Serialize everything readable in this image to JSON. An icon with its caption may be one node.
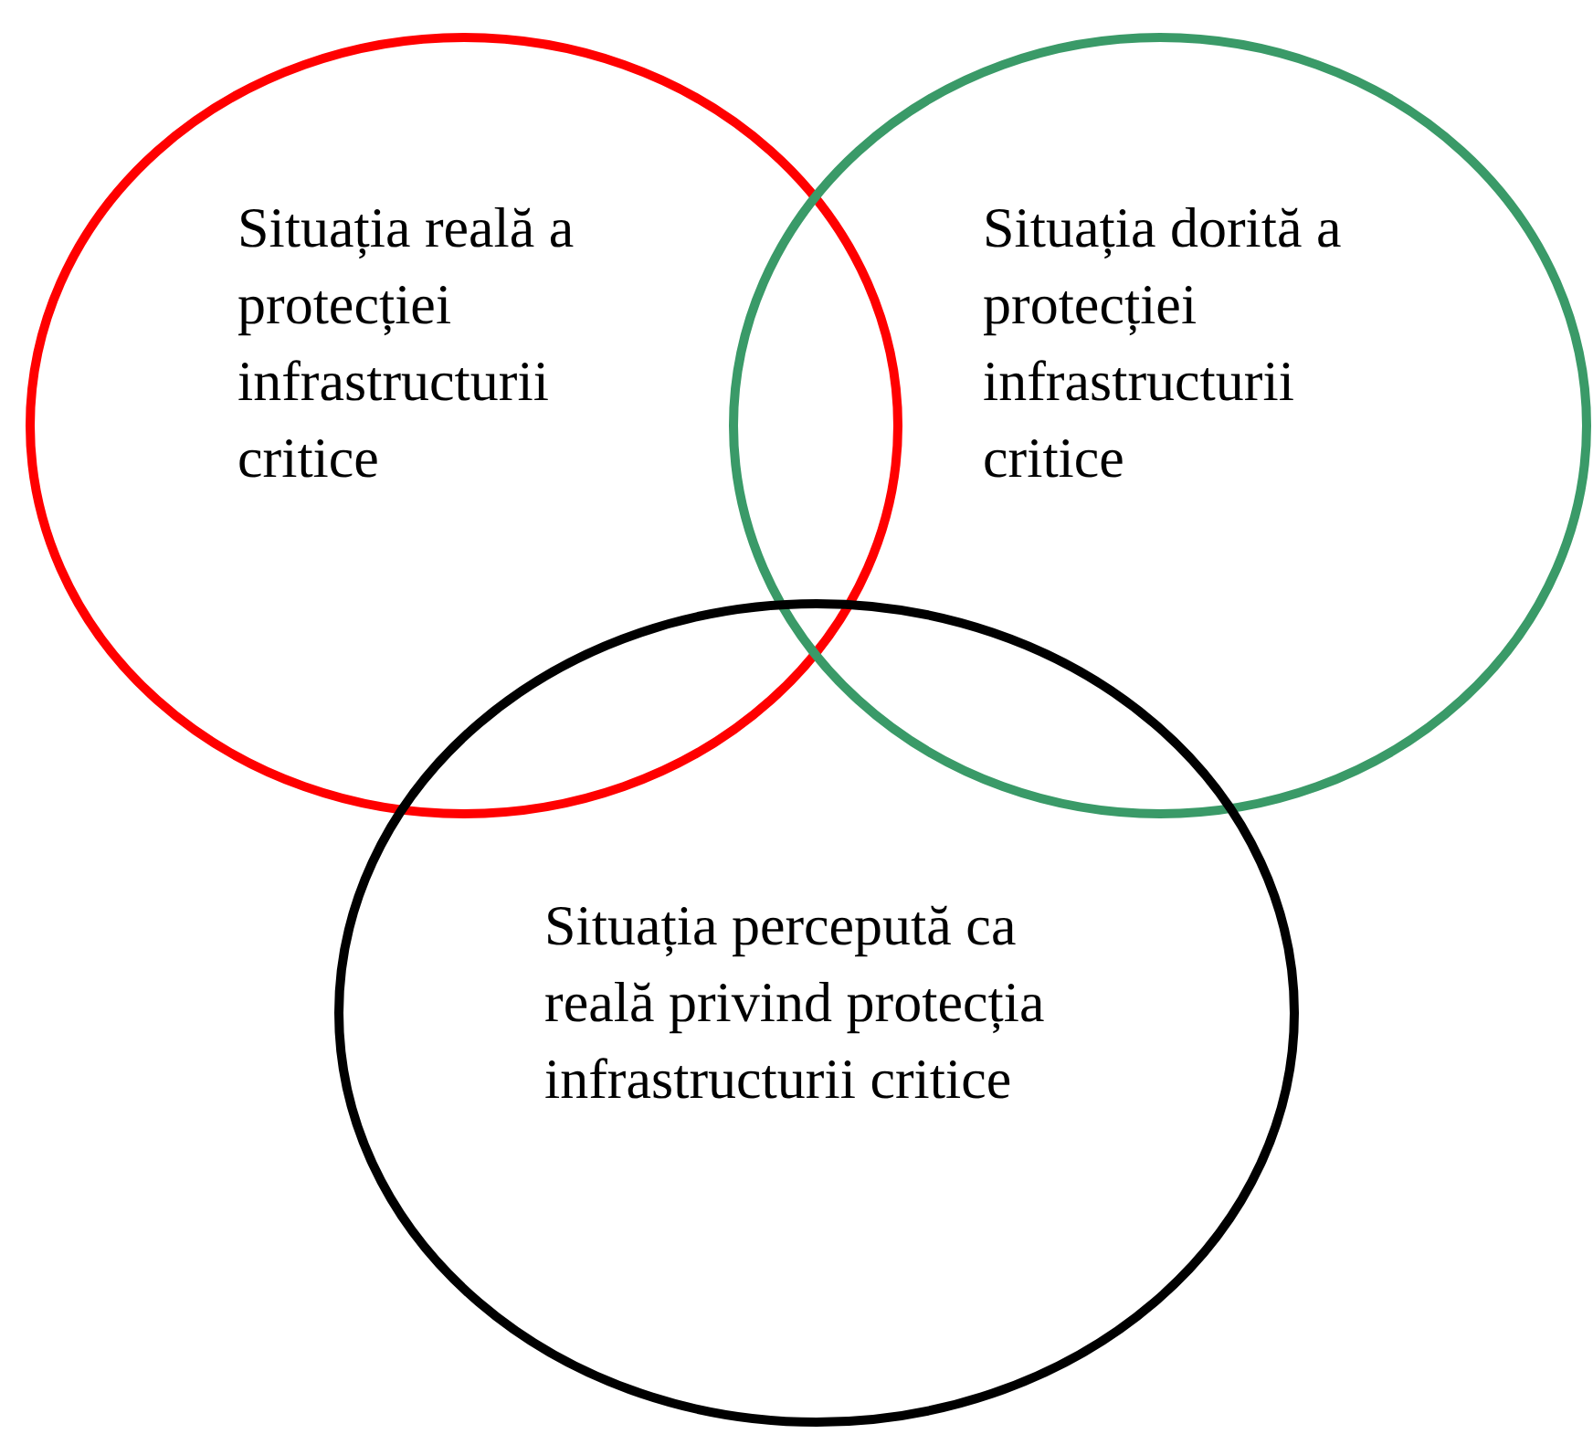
{
  "diagram": {
    "nodes": [
      {
        "text": [
          "Situația reală a protecției infrastructurii critice"
        ]
      },
      {
        "text": [
          "Situația dorită a protecției infrastructurii critice"
        ]
      },
      {
        "text": [
          "Situația percepută ca reală privind protecția infrastructurii critice"
        ]
      }
    ]
  }
}
